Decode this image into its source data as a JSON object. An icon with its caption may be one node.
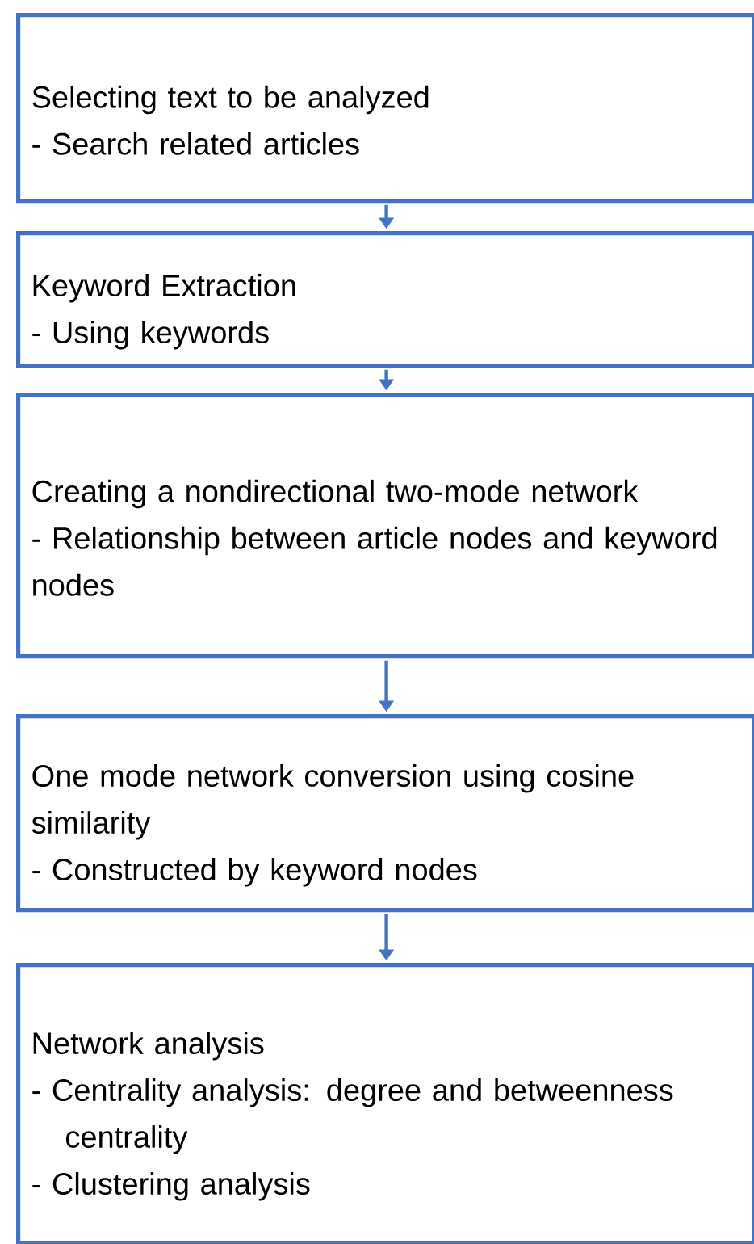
{
  "diagram": {
    "nodes": [
      {
        "text": [
          "Selecting text to be analyzed",
          "- Search related articles"
        ]
      },
      {
        "text": [
          "Keyword Extraction",
          "- Using keywords"
        ]
      },
      {
        "text": [
          "Creating a nondirectional two-mode network",
          "- Relationship between article nodes and keyword nodes"
        ]
      },
      {
        "text": [
          "One mode network conversion using cosine similarity",
          "- Constructed by keyword nodes"
        ]
      },
      {
        "text": [
          "Network analysis",
          "- Centrality analysis: degree and betweenness centrality",
          "- Clustering analysis"
        ]
      }
    ],
    "edges": [
      {
        "from": 0,
        "to": 1,
        "arrow": "to"
      },
      {
        "from": 1,
        "to": 2,
        "arrow": "to"
      },
      {
        "from": 2,
        "to": 3,
        "arrow": "to"
      },
      {
        "from": 3,
        "to": 4,
        "arrow": "to"
      }
    ]
  }
}
